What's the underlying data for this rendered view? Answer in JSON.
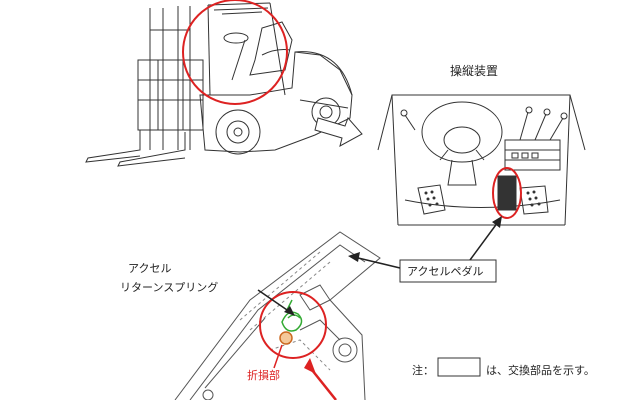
{
  "labels": {
    "controls_title": "操縦装置",
    "accel_return_spring_line1": "アクセル",
    "accel_return_spring_line2": "リターンスプリング",
    "accel_pedal": "アクセルペダル",
    "broken_part": "折損部",
    "note_prefix": "注：",
    "note_suffix": "は、交換部品を示す。"
  },
  "colors": {
    "line": "#333333",
    "highlight_red": "#dd2222",
    "replacement_green": "#33aa33"
  }
}
